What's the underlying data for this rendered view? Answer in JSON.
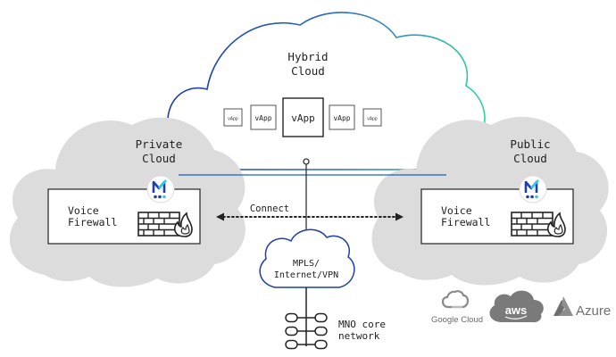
{
  "hybrid": {
    "line1": "Hybrid",
    "line2": "Cloud"
  },
  "private": {
    "line1": "Private",
    "line2": "Cloud"
  },
  "public": {
    "line1": "Public",
    "line2": "Cloud"
  },
  "vapp_small": "vApp",
  "vapp_medium": "vApp",
  "vapp_main": "vApp",
  "firewall_left": {
    "line1": "Voice",
    "line2": "Firewall"
  },
  "firewall_right": {
    "line1": "Voice",
    "line2": "Firewall"
  },
  "connect_label": "Connect",
  "mpls": {
    "line1": "MPLS/",
    "line2": "Internet/VPN"
  },
  "mno": {
    "line1": "MNO core",
    "line2": "network"
  },
  "providers": {
    "google": "Google Cloud",
    "aws": "aws",
    "azure": "Azure"
  },
  "colors": {
    "cloud_grey": "#dcdcdc",
    "hybrid_blue": "#1f3ea8",
    "hybrid_green": "#2fd2a0",
    "logo_blue": "#1f3ea8",
    "logo_cyan": "#32c9e6"
  }
}
